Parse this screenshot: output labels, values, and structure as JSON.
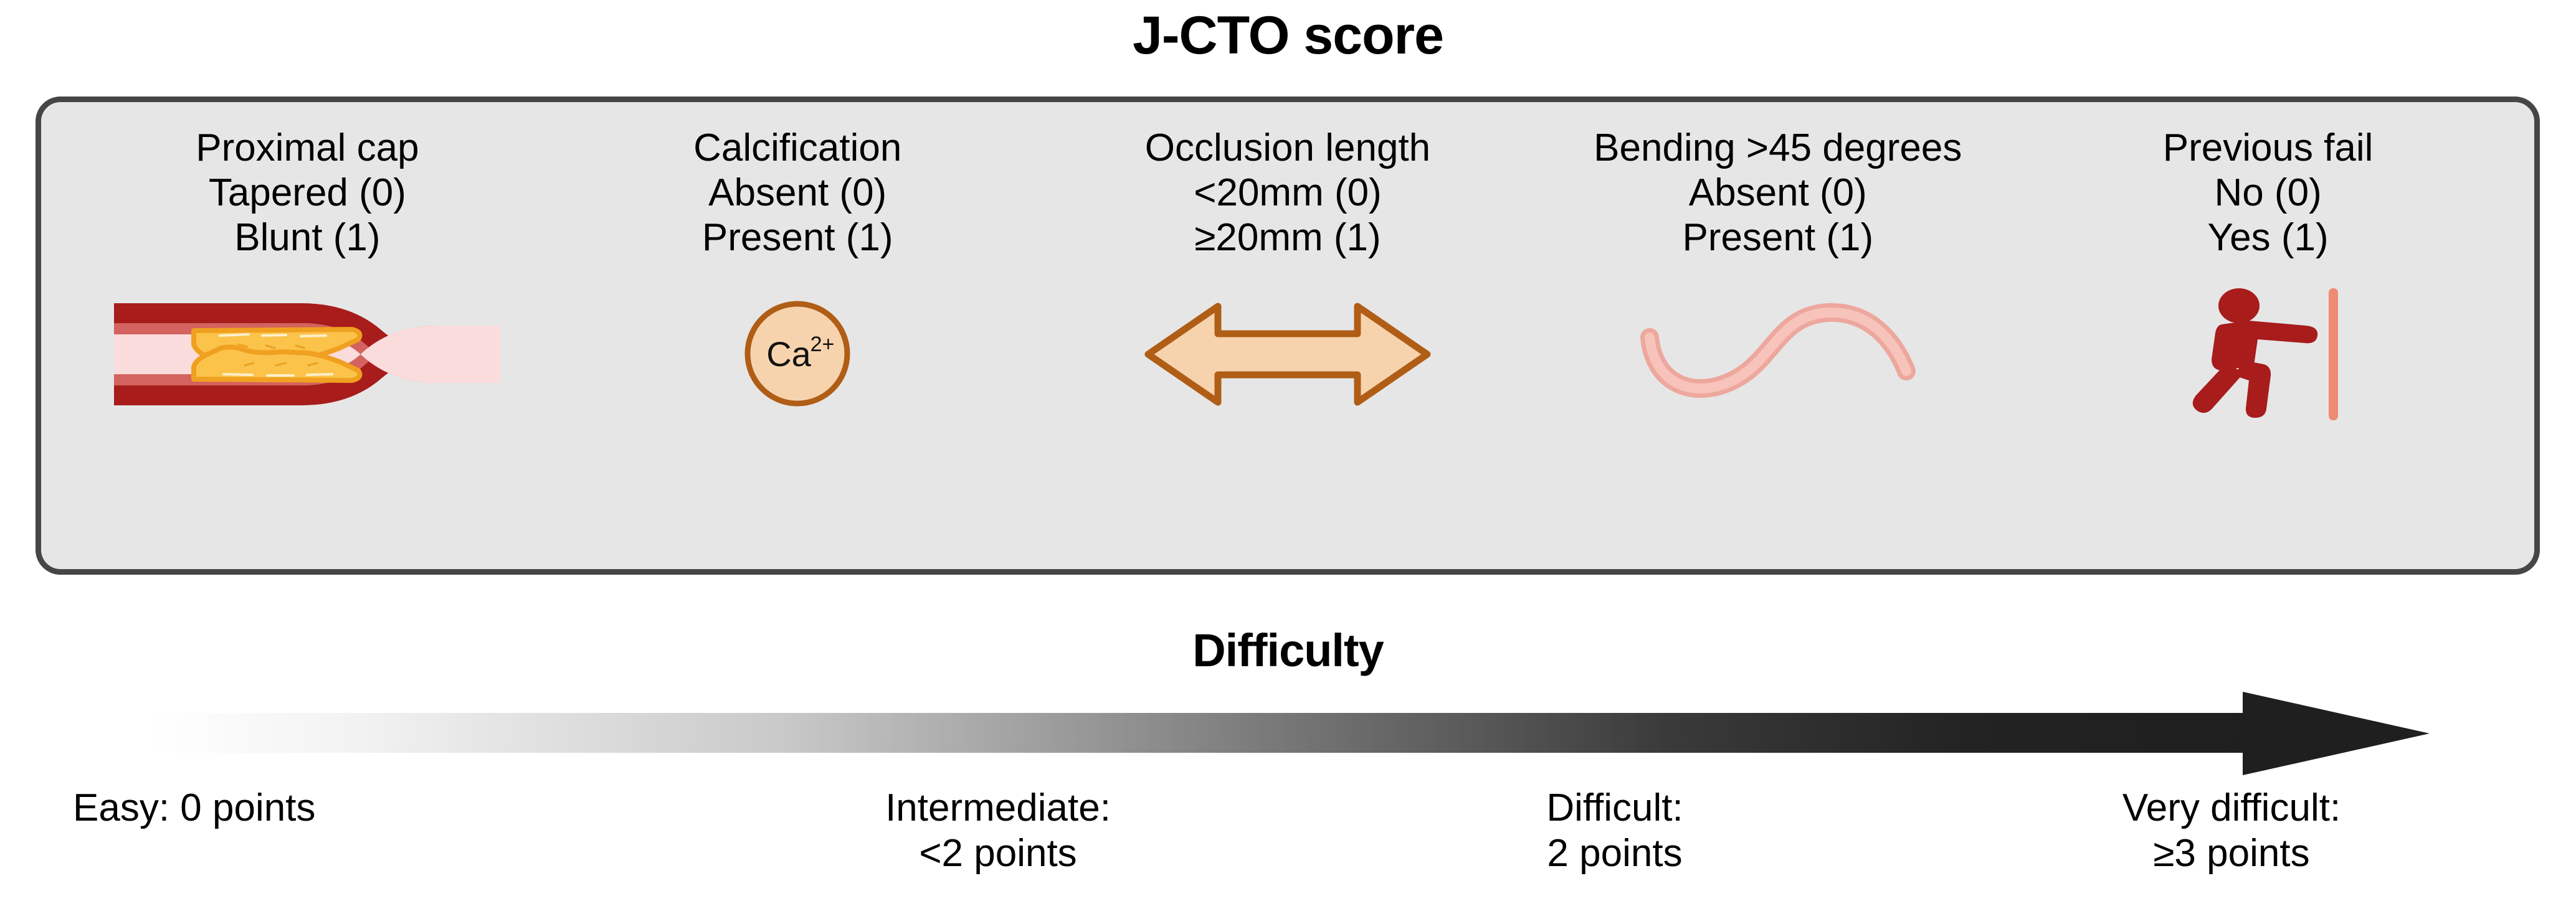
{
  "title": "J-CTO score",
  "panel": {
    "criteria": [
      {
        "name": "Proximal cap",
        "option_zero": "Tapered (0)",
        "option_one": "Blunt (1)",
        "icon": "occluded-artery-icon"
      },
      {
        "name": "Calcification",
        "option_zero": "Absent (0)",
        "option_one": "Present (1)",
        "icon": "calcium-ion-icon",
        "icon_label": "Ca",
        "icon_label_sup": "2+"
      },
      {
        "name": "Occlusion length",
        "option_zero": "<20mm (0)",
        "option_one": "≥20mm (1)",
        "icon": "double-arrow-icon"
      },
      {
        "name": "Bending >45 degrees",
        "option_zero": "Absent (0)",
        "option_one": "Present (1)",
        "icon": "tortuous-vessel-icon"
      },
      {
        "name": "Previous fail",
        "option_zero": "No (0)",
        "option_one": "Yes (1)",
        "icon": "person-pushing-wall-icon"
      }
    ]
  },
  "difficulty": {
    "title": "Difficulty",
    "arrow_icon": "gradient-right-arrow-icon",
    "levels": [
      {
        "label": "Easy: 0 points",
        "line1": "Easy: 0 points",
        "line2": ""
      },
      {
        "label": "Intermediate: <2 points",
        "line1": "Intermediate:",
        "line2": "<2 points"
      },
      {
        "label": "Difficult: 2 points",
        "line1": "Difficult:",
        "line2": "2 points"
      },
      {
        "label": "Very difficult: ≥3 points",
        "line1": "Very difficult:",
        "line2": "≥3 points"
      }
    ]
  },
  "colors": {
    "panel_background": "#e6e6e6",
    "panel_border": "#464646",
    "artery_outer_wall": "#a81c1c",
    "artery_inner_wall": "#d4625f",
    "artery_lumen": "#fbdcdc",
    "plaque_fill": "#fbc34a",
    "plaque_edge": "#f0a020",
    "calcium_fill": "#f7d3ad",
    "calcium_border": "#b05d16",
    "arrow_fill": "#f7d3ad",
    "arrow_border": "#b05d16",
    "vessel_curve": "#f0b3ab",
    "person_red": "#a81c1c",
    "wall_salmon": "#ef8a74",
    "difficulty_arrow_dark": "#1f1f1f"
  }
}
